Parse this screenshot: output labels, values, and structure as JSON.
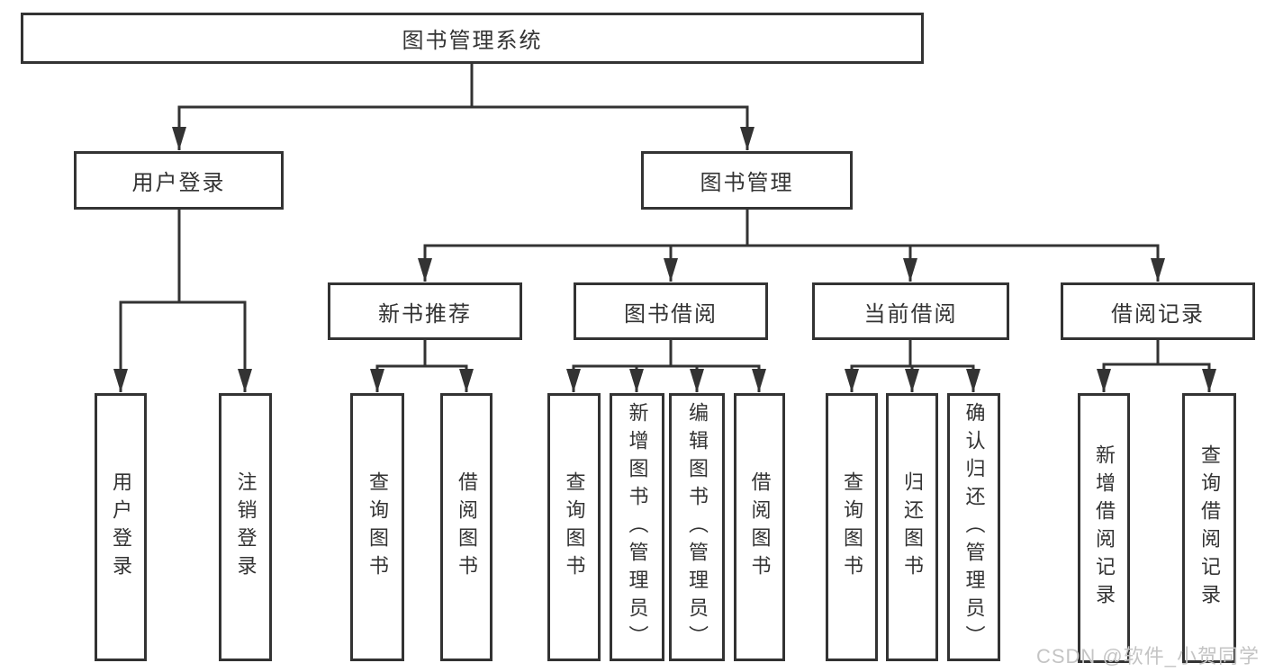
{
  "tree": {
    "root": "图书管理系统",
    "branches": [
      {
        "label": "用户登录",
        "children": [
          "用户登录",
          "注销登录"
        ]
      },
      {
        "label": "图书管理",
        "children": [
          {
            "label": "新书推荐",
            "children": [
              "查询图书",
              "借阅图书"
            ]
          },
          {
            "label": "图书借阅",
            "children": [
              "查询图书",
              "新增图书（管理员）",
              "编辑图书（管理员）",
              "借阅图书"
            ]
          },
          {
            "label": "当前借阅",
            "children": [
              "查询图书",
              "归还图书",
              "确认归还（管理员）"
            ]
          },
          {
            "label": "借阅记录",
            "children": [
              "新增借阅记录",
              "查询借阅记录"
            ]
          }
        ]
      }
    ]
  },
  "watermark": {
    "text": "CSDN @软件_小贺同学"
  },
  "colors": {
    "line": "#333333",
    "box_border": "#333333",
    "box_fill": "#ffffff",
    "text": "#333333",
    "watermark": "#c4c4c4",
    "background": "#ffffff"
  }
}
